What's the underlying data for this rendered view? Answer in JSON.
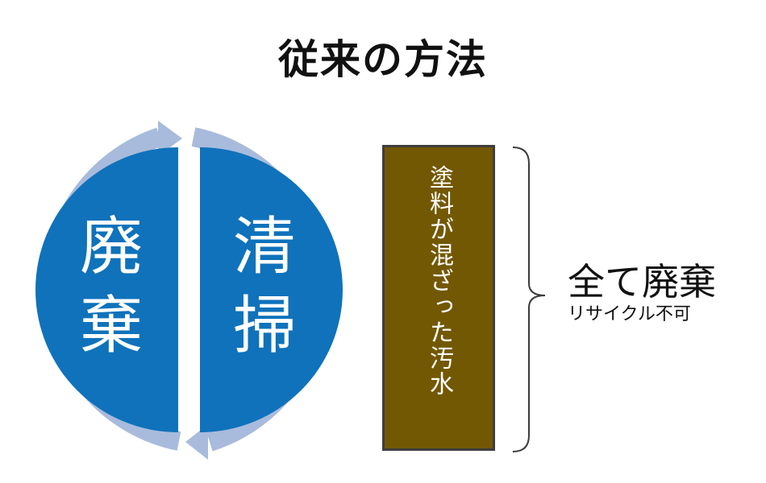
{
  "title": "従来の方法",
  "cycle": {
    "left_label_line1": "廃",
    "left_label_line2": "棄",
    "right_label_line1": "清",
    "right_label_line2": "掃",
    "colors": {
      "fill": "#0f72bb",
      "arrow": "#a8bbdc"
    }
  },
  "waste_box": {
    "text": "塗料が混ざった汚水",
    "color": "#735803"
  },
  "result": {
    "main": "全て廃棄",
    "sub": "リサイクル不可"
  }
}
